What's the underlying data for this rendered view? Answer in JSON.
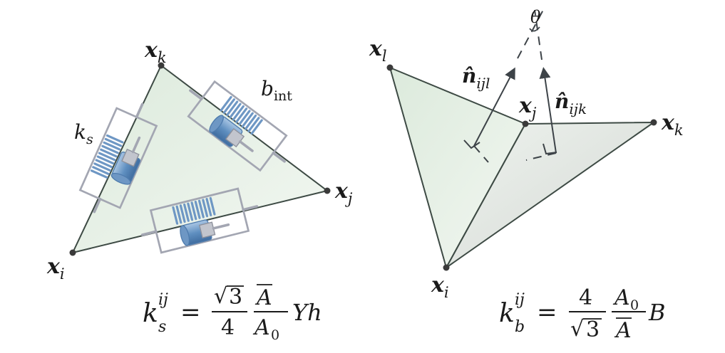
{
  "left_diagram": {
    "vertex_k": {
      "main": "x",
      "sub": "k"
    },
    "vertex_j": {
      "main": "x",
      "sub": "j"
    },
    "vertex_i": {
      "main": "x",
      "sub": "i"
    },
    "spring_label": {
      "main": "k",
      "sub": "s"
    },
    "damper_label": {
      "main": "b",
      "sub": "int"
    },
    "formula": {
      "lhs": "k",
      "lhs_sup": "ij",
      "lhs_sub": "s",
      "eq": "=",
      "frac1_num_radical": "√",
      "frac1_num_value": "3",
      "frac1_den": "4",
      "frac2_num": "A",
      "frac2_den": "A",
      "frac2_den_sub": "0",
      "tail": "Yh"
    }
  },
  "right_diagram": {
    "vertex_l": {
      "main": "x",
      "sub": "l"
    },
    "vertex_j": {
      "main": "x",
      "sub": "j"
    },
    "vertex_k": {
      "main": "x",
      "sub": "k"
    },
    "vertex_i": {
      "main": "x",
      "sub": "i"
    },
    "normal_ijl": {
      "main": "n̂",
      "sub": "ijl"
    },
    "normal_ijk": {
      "main": "n̂",
      "sub": "ijk"
    },
    "angle_label": "θ",
    "formula": {
      "lhs": "k",
      "lhs_sup": "ij",
      "lhs_sub": "b",
      "eq": "=",
      "frac1_num": "4",
      "frac1_den_radical": "√",
      "frac1_den_value": "3",
      "frac2_num": "A",
      "frac2_num_sub": "0",
      "frac2_den": "A",
      "tail": "B"
    }
  },
  "colors": {
    "face_fill": "#e8f1e8",
    "edge": "#3d4a44",
    "spring": "#6e97c4",
    "damper_box": "#a3a6b2"
  }
}
